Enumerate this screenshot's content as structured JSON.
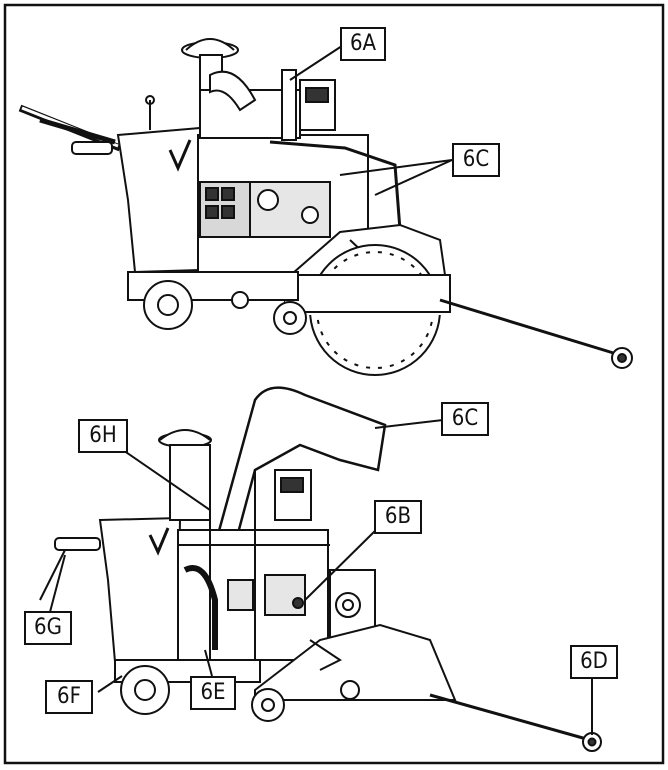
{
  "callouts": {
    "c6A": "6A",
    "c6C_top": "6C",
    "c6C_bottom": "6C",
    "c6H": "6H",
    "c6B": "6B",
    "c6G": "6G",
    "c6F": "6F",
    "c6E": "6E",
    "c6D": "6D"
  },
  "colors": {
    "line": "#111111",
    "fill": "#ffffff",
    "shade": "#d8d8d8",
    "dark": "#333333"
  }
}
